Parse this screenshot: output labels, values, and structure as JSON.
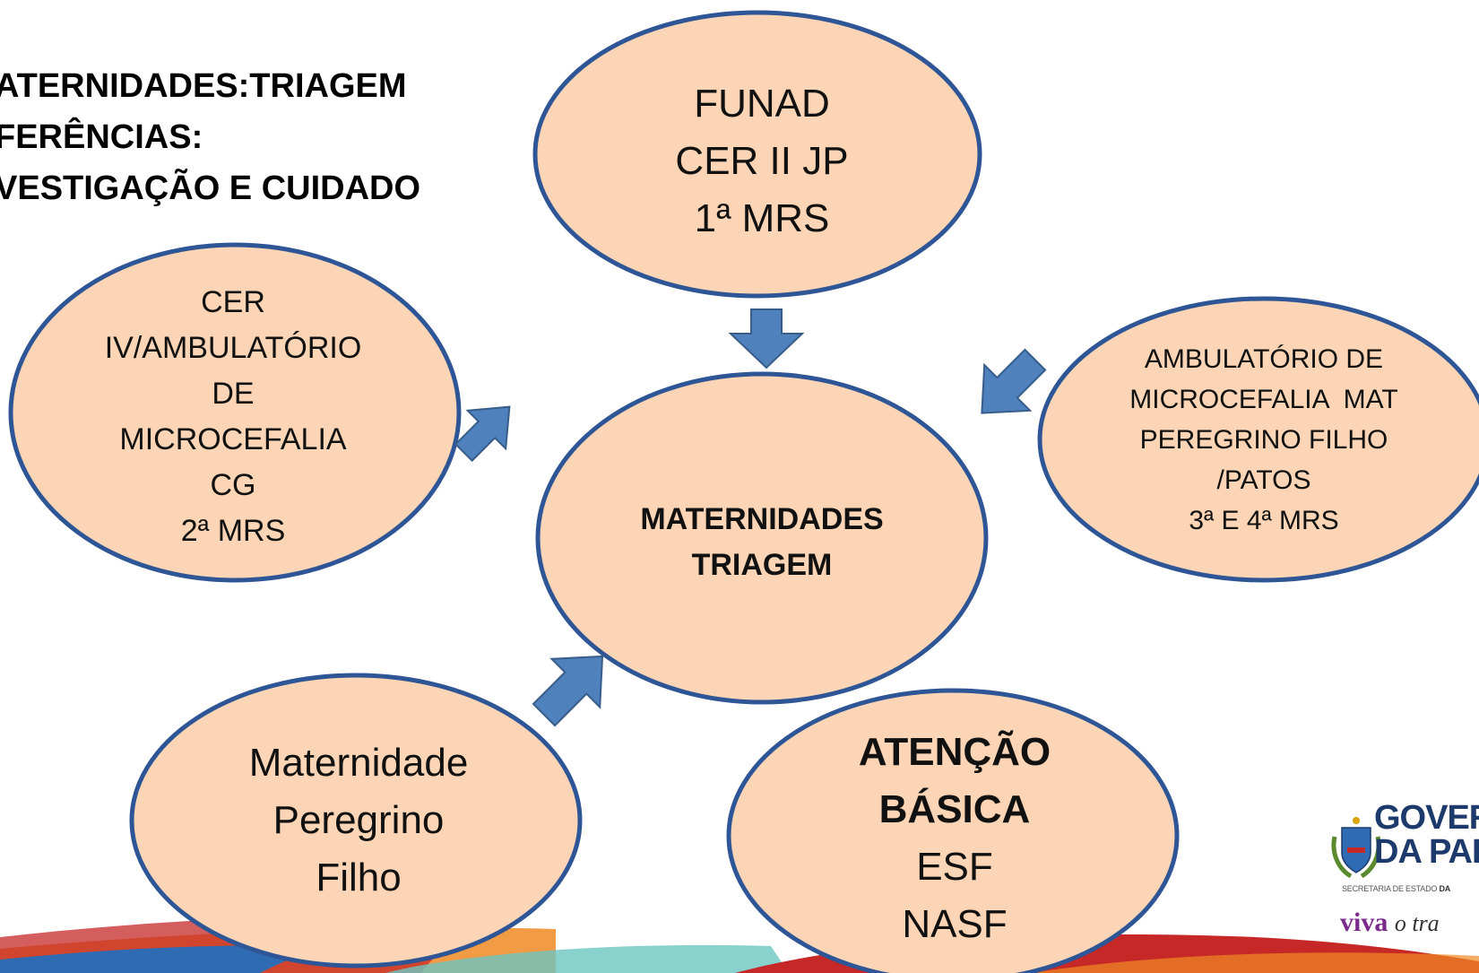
{
  "heading": {
    "line1": "ATERNIDADES:TRIAGEM",
    "line2": "FERÊNCIAS:",
    "line3": "VESTIGAÇÃO E CUIDADO"
  },
  "nodes": {
    "funad": {
      "lines": [
        "FUNAD",
        "CER II JP",
        "1ª MRS"
      ]
    },
    "cer": {
      "lines": [
        "CER",
        "IV/AMBULATÓRIO",
        "DE",
        "MICROCEFALIA",
        "CG",
        "2ª MRS"
      ]
    },
    "ambulatorio": {
      "lines": [
        "AMBULATÓRIO DE",
        "MICROCEFALIA  MAT",
        "PEREGRINO FILHO",
        "/PATOS",
        "3ª E 4ª MRS"
      ]
    },
    "maternidades": {
      "lines": [
        "MATERNIDADES",
        "TRIAGEM"
      ]
    },
    "peregrino": {
      "lines": [
        "Maternidade",
        "Peregrino",
        "Filho"
      ]
    },
    "atencao": {
      "lines": [
        "ATENÇÃO",
        "BÁSICA",
        "ESF",
        "NASF"
      ]
    }
  },
  "logo": {
    "word1": "GOVER",
    "word2": "DA PAR",
    "subtitle_prefix": "SECRETARIA DE ESTADO ",
    "subtitle_bold": "DA",
    "slogan_bold": "viva",
    "slogan_italic": "o tra"
  },
  "colors": {
    "ellipse_fill": "#fbd5b5",
    "ellipse_stroke": "#2e5596",
    "arrow_fill": "#4f81bd",
    "arrow_stroke": "#385d8a",
    "band_red": "#c62828",
    "band_blue": "#2f6bb3",
    "band_teal": "#6cc5c0",
    "band_orange": "#f08a24"
  }
}
